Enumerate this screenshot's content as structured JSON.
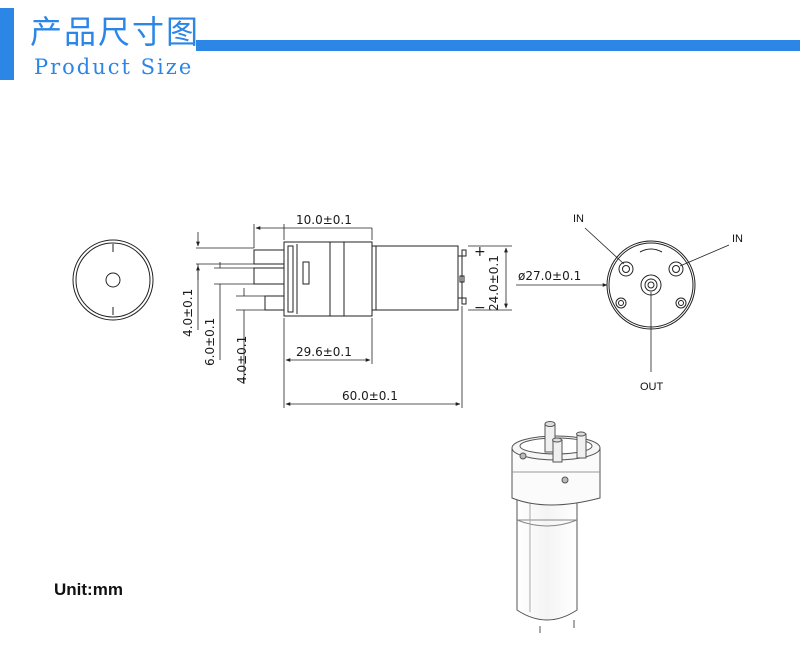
{
  "header": {
    "title_cn": "产品尺寸图",
    "title_en": "Product Size",
    "accent_color": "#2b86e6"
  },
  "dimensions": {
    "top_length": "10.0±0.1",
    "mid_length": "29.6±0.1",
    "total_length": "60.0±0.1",
    "height": "24.0±0.1",
    "diameter": "ø27.0±0.1",
    "port_gap_1": "4.0±0.1",
    "port_gap_2": "6.0±0.1",
    "port_gap_3": "4.0±0.1"
  },
  "polarity": {
    "positive": "+",
    "negative": "−"
  },
  "ports": {
    "in_left": "IN",
    "in_right": "IN",
    "out": "OUT"
  },
  "unit_label": "Unit:mm"
}
